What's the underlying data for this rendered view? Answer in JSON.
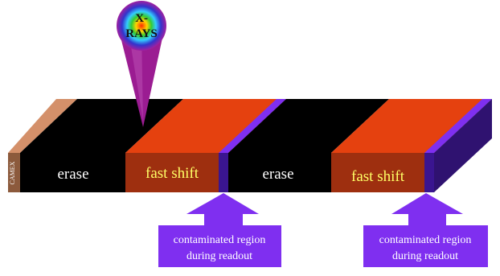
{
  "diagram": {
    "source_label": "X-\nRAYS",
    "device_label": "CAMEX",
    "segments": [
      {
        "label": "erase"
      },
      {
        "label": "fast shift"
      },
      {
        "label": "erase"
      },
      {
        "label": "fast shift"
      }
    ],
    "callouts": [
      {
        "line1": "contaminated region",
        "line2": "during readout"
      },
      {
        "line1": "contaminated region",
        "line2": "during readout"
      }
    ],
    "colors": {
      "erase_fill": "#000000",
      "erase_text": "#ffffff",
      "fast_shift_top": "#e5410f",
      "fast_shift_front": "#9e2f0f",
      "fast_shift_text": "#ffff66",
      "contaminated_fill": "#7f2ff0",
      "contaminated_dark": "#2f1270",
      "device_edge": "#d4906a",
      "device_front": "#8c5a3c",
      "beam": "#9b1c92"
    }
  }
}
